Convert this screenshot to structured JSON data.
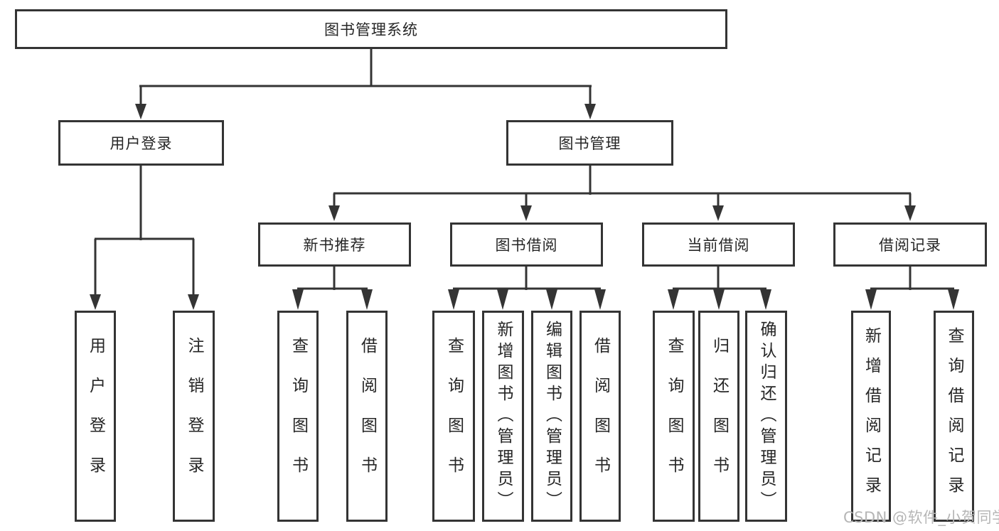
{
  "diagram": {
    "title": "图书管理系统",
    "nodes": {
      "root": "图书管理系统",
      "userLogin": "用户登录",
      "bookMgmt": "图书管理",
      "newBookRec": "新书推荐",
      "bookBorrow": "图书借阅",
      "currentBorrow": "当前借阅",
      "borrowRecord": "借阅记录",
      "leafUserLogin": "用户登录",
      "leafLogout": "注销登录",
      "leafQueryBook1": "查询图书",
      "leafBorrowBook1": "借阅图书",
      "leafQueryBook2": "查询图书",
      "leafAddBook": "新增图书（管理员）",
      "leafEditBook": "编辑图书（管理员）",
      "leafBorrowBook2": "借阅图书",
      "leafQueryBook3": "查询图书",
      "leafReturnBook": "归还图书",
      "leafConfirmReturn": "确认归还（管理员）",
      "leafAddRecord": "新增借阅记录",
      "leafQueryRecord": "查询借阅记录"
    },
    "hierarchy": {
      "图书管理系统": {
        "用户登录": [
          "用户登录",
          "注销登录"
        ],
        "图书管理": {
          "新书推荐": [
            "查询图书",
            "借阅图书"
          ],
          "图书借阅": [
            "查询图书",
            "新增图书（管理员）",
            "编辑图书（管理员）",
            "借阅图书"
          ],
          "当前借阅": [
            "查询图书",
            "归还图书",
            "确认归还（管理员）"
          ],
          "借阅记录": [
            "新增借阅记录",
            "查询借阅记录"
          ]
        }
      }
    },
    "line_color": "#343434",
    "text_color": "#262626",
    "background_color": "#ffffff"
  },
  "watermark": {
    "text": "CSDN @软件_小贺同学",
    "color": "#b6b6b6"
  }
}
